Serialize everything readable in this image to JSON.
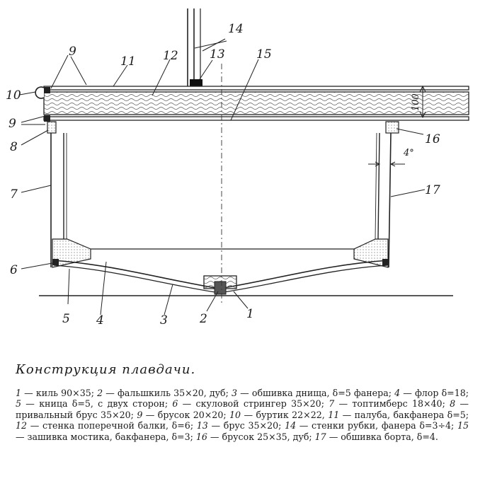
{
  "callouts": {
    "n1": "1",
    "n2": "2",
    "n3": "3",
    "n4": "4",
    "n5": "5",
    "n6": "6",
    "n7": "7",
    "n8": "8",
    "n9a": "9",
    "n9b": "9",
    "n10": "10",
    "n11": "11",
    "n12": "12",
    "n13": "13",
    "n14": "14",
    "n15": "15",
    "n16": "16",
    "n17": "17"
  },
  "dimensions": {
    "height": "100",
    "angle": "4°"
  },
  "caption": {
    "title": "Конструкция плавдачи.",
    "items": [
      {
        "num": "1",
        "text": "— киль 90×35;"
      },
      {
        "num": "2",
        "text": "— фальшкиль 35×20, дуб;"
      },
      {
        "num": "3",
        "text": "— обшивка днища, δ=5 фанера;"
      },
      {
        "num": "4",
        "text": "— флор δ=18;"
      },
      {
        "num": "5",
        "text": "— кница δ=5, с двух сторон;"
      },
      {
        "num": "6",
        "text": "— скуловой стрингер 35×20;"
      },
      {
        "num": "7",
        "text": "— топтимберс 18×40;"
      },
      {
        "num": "8",
        "text": "— привальный брус 35×20;"
      },
      {
        "num": "9",
        "text": "— брусок 20×20;"
      },
      {
        "num": "10",
        "text": "— буртик 22×22,"
      },
      {
        "num": "11",
        "text": "— палуба, бакфанера δ=5;"
      },
      {
        "num": "12",
        "text": "— стенка поперечной балки, δ=6;"
      },
      {
        "num": "13",
        "text": "— брус 35×20;"
      },
      {
        "num": "14",
        "text": "— стенки рубки, фанера δ=3÷4;"
      },
      {
        "num": "15",
        "text": "— зашивка мостика, бакфанера, δ=3;"
      },
      {
        "num": "16",
        "text": "— брусок 25×35, дуб;"
      },
      {
        "num": "17",
        "text": "— обшивка борта, δ=4."
      }
    ]
  }
}
